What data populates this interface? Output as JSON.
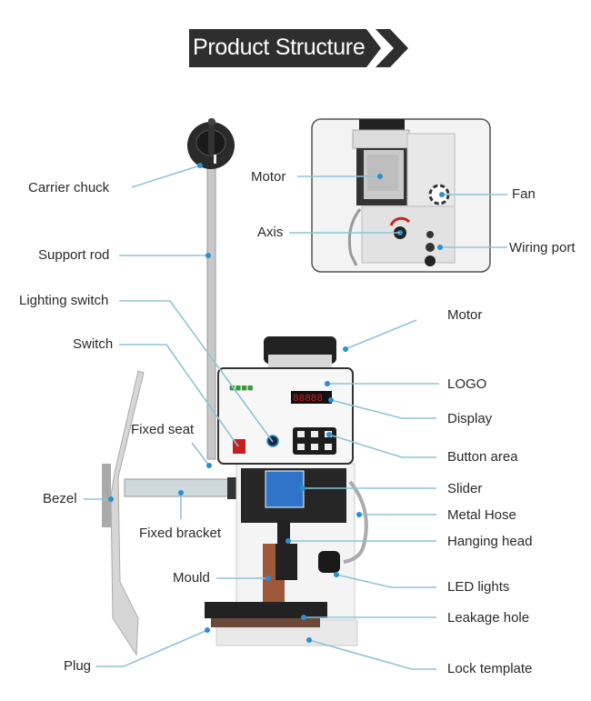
{
  "title": "Product Structure",
  "inset_labels": {
    "motor": "Motor",
    "axis": "Axis",
    "fan": "Fan",
    "wiring_port": "Wiring port"
  },
  "left_labels": {
    "carrier_chuck": "Carrier chuck",
    "support_rod": "Support rod",
    "lighting_switch": "Lighting switch",
    "switch": "Switch",
    "fixed_seat": "Fixed seat",
    "bezel": "Bezel",
    "fixed_bracket": "Fixed bracket",
    "mould": "Mould",
    "plug": "Plug"
  },
  "right_labels": {
    "motor": "Motor",
    "logo": "LOGO",
    "display": "Display",
    "button_area": "Button area",
    "slider": "Slider",
    "metal_hose": "Metal Hose",
    "hanging_head": "Hanging head",
    "led_lights": "LED lights",
    "leakage_hole": "Leakage hole",
    "lock_template": "Lock template"
  },
  "colors": {
    "banner": "#2e2e2e",
    "leader_line": "#8fc3d6",
    "leader_dot": "#2a8fd0",
    "display_led": "#d02020",
    "slider_plate": "#2f74c8",
    "mould_copper": "#a0583a"
  }
}
